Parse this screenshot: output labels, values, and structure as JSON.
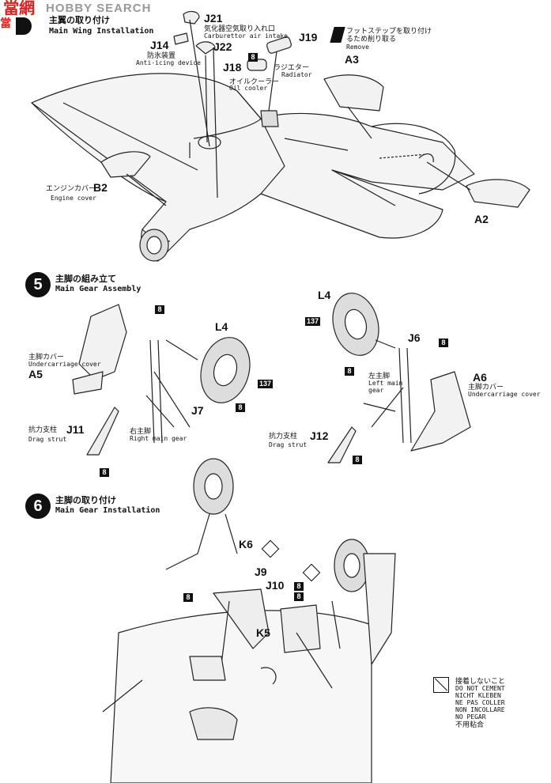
{
  "watermark": {
    "site_cn": "當網",
    "site_en": "HOBBY SEARCH",
    "left": "當"
  },
  "step4": {
    "title_jp": "主翼の取り付け",
    "title_en": "Main Wing Installation",
    "parts": {
      "J21": {
        "label": "J21",
        "jp": "気化器空気取り入れ口",
        "en": "Carburettor air intake"
      },
      "J22": {
        "label": "J22"
      },
      "J14": {
        "label": "J14",
        "jp": "防氷装置",
        "en": "Anti-icing device"
      },
      "J18": {
        "label": "J18",
        "jp": "ラジエター",
        "en": "Radiator"
      },
      "J19": {
        "label": "J19"
      },
      "oil": {
        "jp": "オイルクーラー",
        "en": "Oil cooler"
      },
      "remove": {
        "jp1": "フットステップを取り付け",
        "jp2": "るため削り取る",
        "en": "Remove"
      },
      "A3": {
        "label": "A3"
      },
      "A2": {
        "label": "A2"
      },
      "B2": {
        "jp": "エンジンカバー",
        "label": "B2",
        "en": "Engine cover"
      },
      "paint_j18": "8"
    }
  },
  "step5": {
    "number": "5",
    "title_jp": "主脚の組み立て",
    "title_en": "Main Gear Assembly",
    "right": {
      "L4": "L4",
      "J7": "J7",
      "paint_137": "137",
      "paint_8": "8",
      "gear_jp": "右主脚",
      "gear_en": "Right main gear",
      "cover_jp": "主脚カバー",
      "cover_en": "Undercarriage cover",
      "A5": "A5",
      "strut_jp": "抗力支柱",
      "strut_label": "J11",
      "strut_en": "Drag strut"
    },
    "left": {
      "L4": "L4",
      "J6": "J6",
      "paint_137": "137",
      "paint_8": "8",
      "gear_jp": "左主脚",
      "gear_en1": "Left main",
      "gear_en2": "gear",
      "cover_jp": "主脚カバー",
      "cover_en": "Undercarriage cover",
      "A6": "A6",
      "strut_jp": "抗力支柱",
      "strut_label": "J12",
      "strut_en": "Drag strut"
    }
  },
  "step6": {
    "number": "6",
    "title_jp": "主脚の取り付け",
    "title_en": "Main Gear Installation",
    "parts": {
      "K6": "K6",
      "J9": "J9",
      "J10": "J10",
      "K5": "K5",
      "paint_8": "8"
    },
    "legend": {
      "jp1": "接着しないこと",
      "l1": "DO NOT CEMENT",
      "l2": "NICHT KLEBEN",
      "l3": "NE PAS COLLER",
      "l4": "NON INCOLLARE",
      "l5": "NO PEGAR",
      "jp2": "不用粘合"
    }
  }
}
